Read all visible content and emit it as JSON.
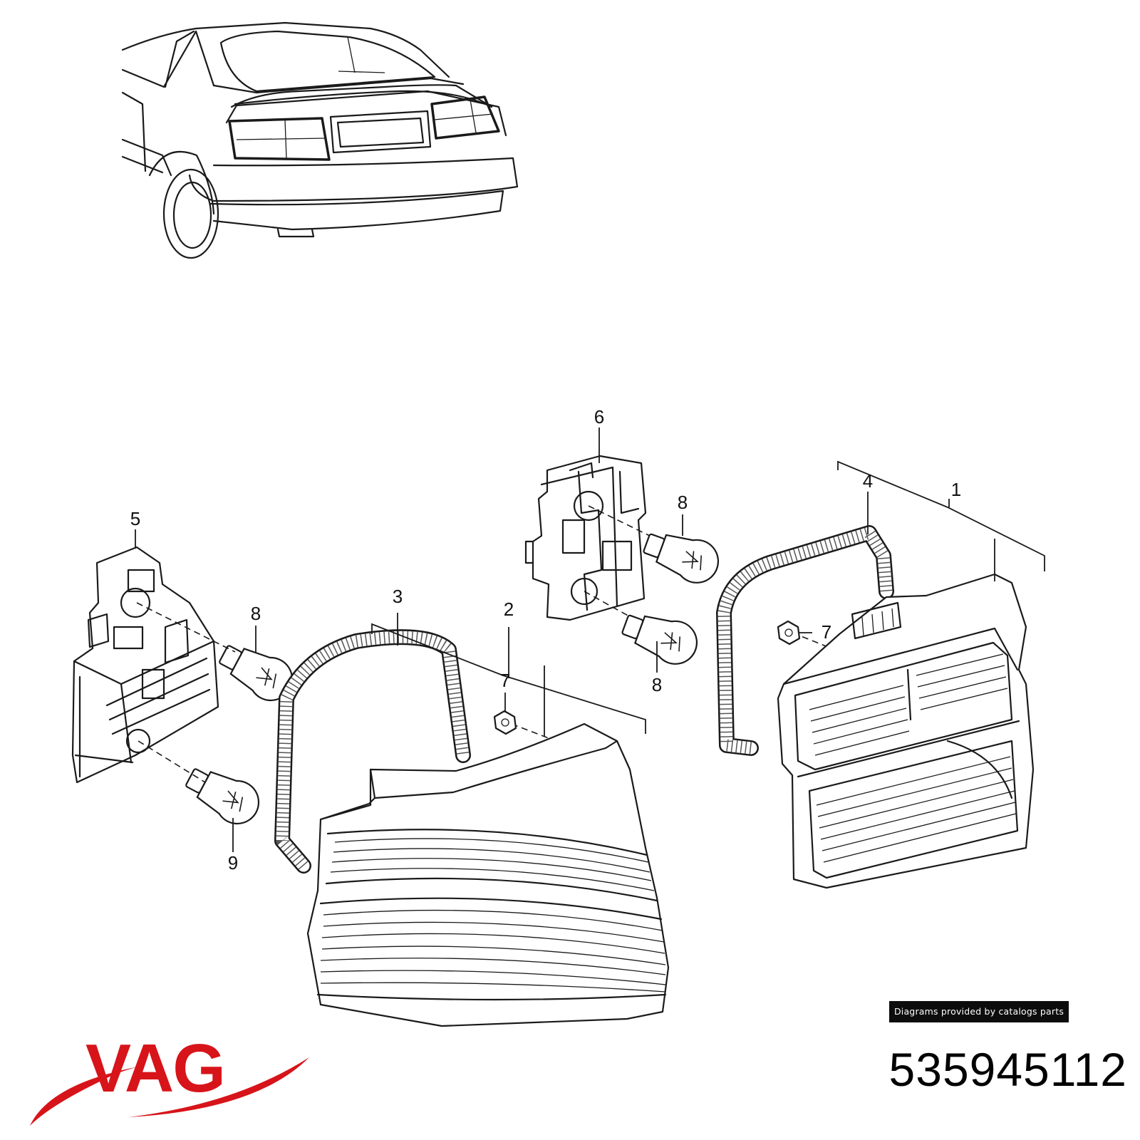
{
  "diagram": {
    "callouts": [
      {
        "id": "c1",
        "label": "1"
      },
      {
        "id": "c2",
        "label": "2"
      },
      {
        "id": "c3",
        "label": "3"
      },
      {
        "id": "c4",
        "label": "4"
      },
      {
        "id": "c5",
        "label": "5"
      },
      {
        "id": "c6",
        "label": "6"
      },
      {
        "id": "c7a",
        "label": "7"
      },
      {
        "id": "c7b",
        "label": "7"
      },
      {
        "id": "c8a",
        "label": "8"
      },
      {
        "id": "c8b",
        "label": "8"
      },
      {
        "id": "c8c",
        "label": "8"
      },
      {
        "id": "c9",
        "label": "9"
      }
    ]
  },
  "credit": {
    "text": "Diagrams provided by catalogs parts"
  },
  "brand": {
    "logo_text": "VAG",
    "color": "#d7141a"
  },
  "part": {
    "number": "535945112"
  }
}
